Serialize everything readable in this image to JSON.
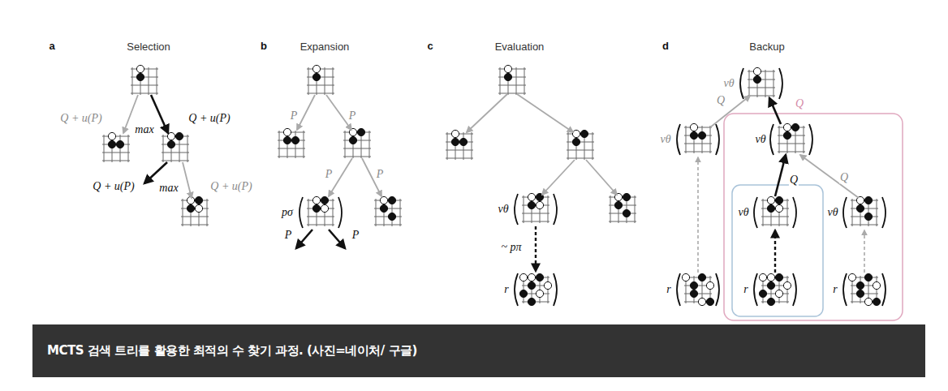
{
  "diagram": {
    "caption": "MCTS 검색 트리를 활용한 최적의 수 찾기 과정. (사진=네이처/ 구글)",
    "labels": [
      "a",
      "Selection",
      "b",
      "Expansion",
      "c",
      "Evaluation",
      "d",
      "Backup",
      "Q + u(P)",
      "max",
      "Q + u(P)",
      "Q + u(P)",
      "max",
      "Q + u(P)",
      "P",
      "P",
      "P",
      "P",
      "pσ",
      "P",
      "P",
      "vθ",
      "~ pπ",
      "r",
      "vθ",
      "Q",
      "Q",
      "vθ",
      "vθ",
      "Q",
      "Q",
      "vθ",
      "vθ",
      "r",
      "r",
      "r"
    ]
  }
}
